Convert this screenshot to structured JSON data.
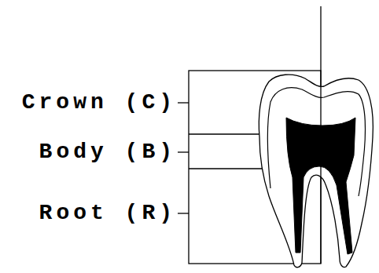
{
  "diagram": {
    "labels": [
      "Crown (C)",
      "Body (B)",
      "Root (R)"
    ]
  }
}
